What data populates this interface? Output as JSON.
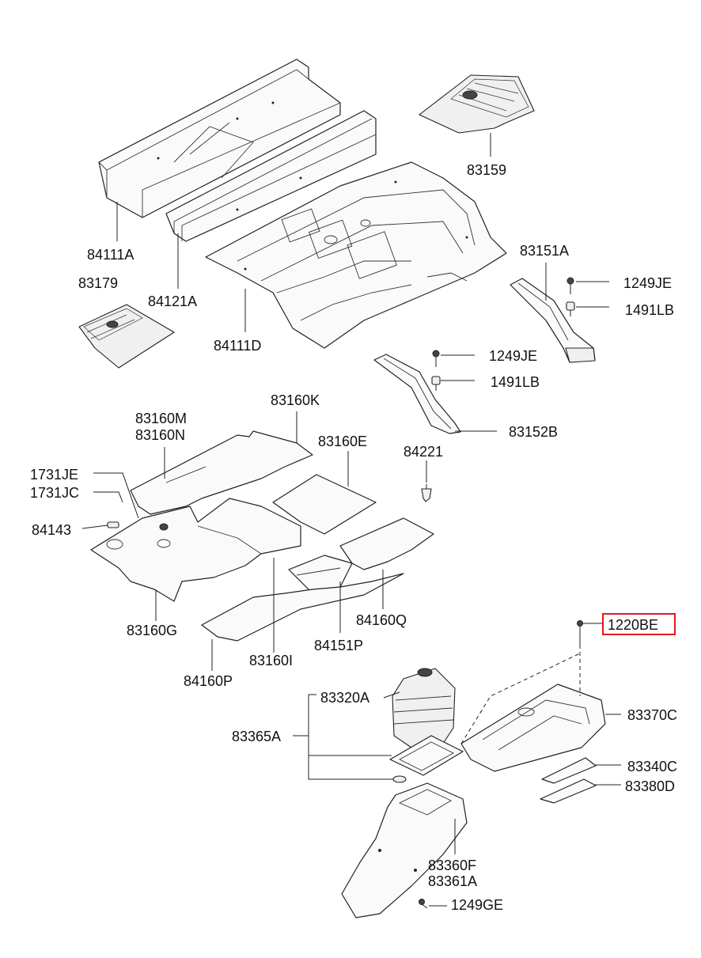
{
  "labels": {
    "p84111A": "84111A",
    "p84121A": "84121A",
    "p84111D": "84111D",
    "p83179": "83179",
    "p83159": "83159",
    "p83151A": "83151A",
    "p1249JE_a": "1249JE",
    "p1491LB_a": "1491LB",
    "p1249JE_b": "1249JE",
    "p1491LB_b": "1491LB",
    "p83152B": "83152B",
    "p84221": "84221",
    "p83160K": "83160K",
    "p83160M": "83160M",
    "p83160N": "83160N",
    "p83160E": "83160E",
    "p1731JE": "1731JE",
    "p1731JC": "1731JC",
    "p84143": "84143",
    "p83160G": "83160G",
    "p83160I": "83160I",
    "p84151P": "84151P",
    "p84160Q": "84160Q",
    "p84160P": "84160P",
    "p1220BE": "1220BE",
    "p83320A": "83320A",
    "p83365A": "83365A",
    "p83370C": "83370C",
    "p83340C": "83340C",
    "p83380D": "83380D",
    "p83360F": "83360F",
    "p83361A": "83361A",
    "p1249GE": "1249GE"
  },
  "highlighted_part": "1220BE",
  "colors": {
    "highlight": "#e0191f",
    "line": "#222222"
  }
}
